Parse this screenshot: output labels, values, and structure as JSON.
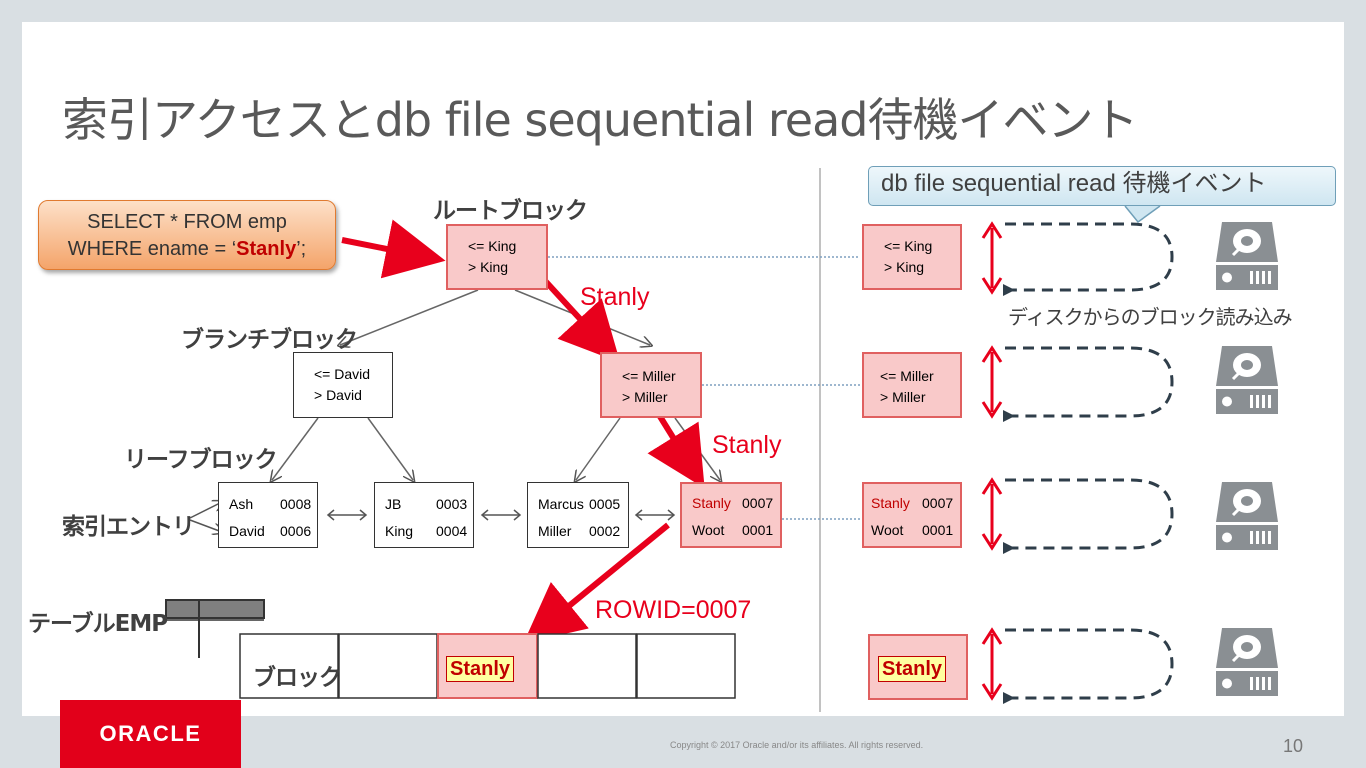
{
  "slide": {
    "title": "索引アクセスとdb file sequential read待機イベント",
    "page_number": "10",
    "copyright": "Copyright © 2017 Oracle and/or its affiliates. All rights reserved.",
    "logo_text": "ORACLE"
  },
  "sql": {
    "line1": "SELECT * FROM emp",
    "line2_prefix": "WHERE ename = ‘",
    "line2_value": "Stanly",
    "line2_suffix": "’;"
  },
  "labels": {
    "root": "ルートブロック",
    "branch": "ブランチブロック",
    "leaf": "リーフブロック",
    "entry": "索引エントリ",
    "table": "テーブルEMP",
    "block": "ブロック",
    "callout": "db file sequential read 待機イベント",
    "disk_read": "ディスクからのブロック読み込み"
  },
  "path_labels": {
    "stanly1": "Stanly",
    "stanly2": "Stanly",
    "rowid": "ROWID=0007"
  },
  "root_node": {
    "row1": "<= King",
    "row2": ">   King"
  },
  "branch_nodes": [
    {
      "row1": "<= David",
      "row2": ">   David"
    },
    {
      "row1": "<= Miller",
      "row2": ">   Miller"
    }
  ],
  "leaf_nodes": [
    {
      "name1": "Ash",
      "id1": "0008",
      "name2": "David",
      "id2": "0006"
    },
    {
      "name1": "JB",
      "id1": "0003",
      "name2": "King",
      "id2": "0004"
    },
    {
      "name1": "Marcus",
      "id1": "0005",
      "name2": "Miller",
      "id2": "0002"
    },
    {
      "name1": "Stanly",
      "id1": "0007",
      "name2": "Woot",
      "id2": "0001"
    }
  ],
  "right_nodes": {
    "root": {
      "row1": "<= King",
      "row2": ">   King"
    },
    "branch": {
      "row1": "<= Miller",
      "row2": ">   Miller"
    },
    "leaf": {
      "name1": "Stanly",
      "id1": "0007",
      "name2": "Woot",
      "id2": "0001"
    },
    "table": "Stanly"
  },
  "table_cell_value": "Stanly",
  "icons": [
    "disk-drive-icon",
    "disk-drive-icon",
    "disk-drive-icon",
    "disk-drive-icon"
  ],
  "colors": {
    "accent_red": "#e8001c",
    "pink_fill": "#f9c9c9",
    "highlight_yellow": "#ffffa0",
    "oracle_red": "#e2001a"
  }
}
